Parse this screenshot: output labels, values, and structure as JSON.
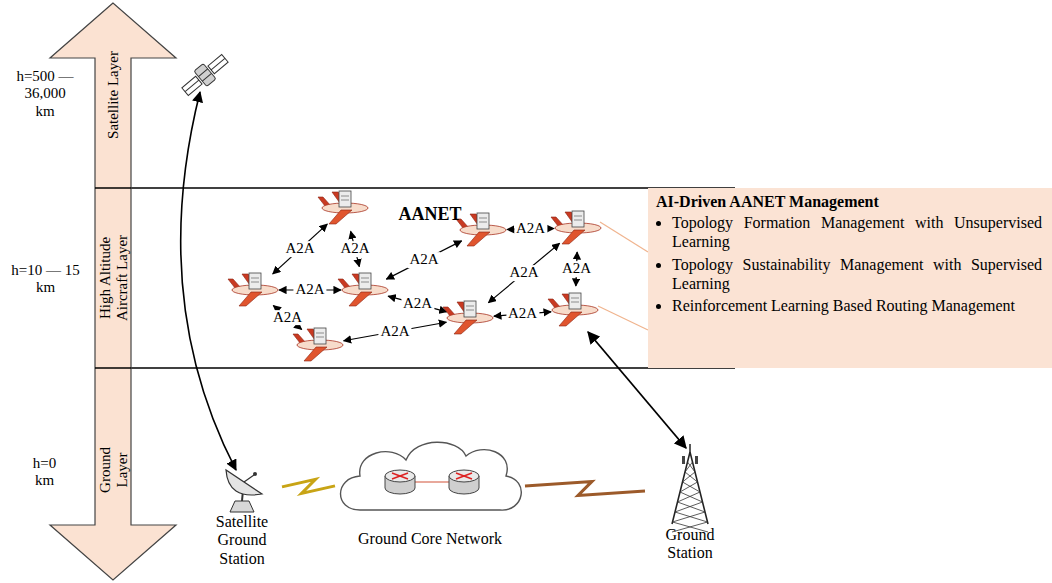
{
  "diagram": {
    "nodes": [
      {
        "text": [
          "Satellite Layer",
          "High Altitude Aircraft Layer",
          "Ground Layer"
        ]
      },
      {
        "text": [
          "AI-Driven AANET Management",
          "Topology Formation Management with Unsupervised Learning",
          "Topology Sustainability Management with Supervised Learning",
          "Reinforcement Learning Based Routing Management"
        ]
      },
      {
        "text": [
          "Satellite Ground Station"
        ]
      },
      {
        "text": [
          "Ground Core Network"
        ]
      },
      {
        "text": [
          "Ground Station"
        ]
      }
    ],
    "edges": [
      {
        "from": 2,
        "to": 3,
        "arrow": "none"
      },
      {
        "from": 3,
        "to": 4,
        "arrow": "none"
      }
    ],
    "labels": [
      "h=500 — 36,000 km",
      "h=10 — 15 km",
      "h=0 km",
      "AANET",
      "A2A",
      "A2A",
      "A2A",
      "A2A",
      "A2A",
      "A2A",
      "A2A",
      "A2A",
      "A2A",
      "A2A",
      "A2A"
    ]
  }
}
